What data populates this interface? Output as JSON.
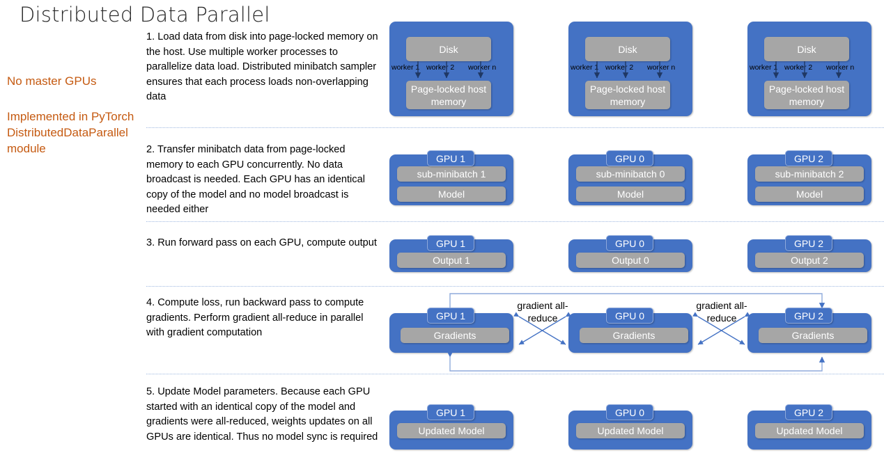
{
  "title": "Distributed Data Parallel",
  "colors": {
    "gpu_blue": "#4472C4",
    "inner_gray": "#A6A6A6",
    "note_orange": "#C55A11",
    "separator_blue": "#9DB7E0",
    "arrow_blue": "#4472C4",
    "arrow_dark": "#1F3864"
  },
  "notes": [
    {
      "id": "no-master",
      "text": "No master GPUs"
    },
    {
      "id": "implemented",
      "text": "Implemented in PyTorch DistributedDataParallel module"
    }
  ],
  "steps": [
    {
      "number": "1",
      "text": "1. Load data from disk into page-locked memory on the host. Use multiple worker processes to parallelize data load. Distributed minibatch sampler ensures that each process loads non-overlapping data"
    },
    {
      "number": "2",
      "text": "2. Transfer minibatch data from page-locked memory  to each GPU concurrently. No data broadcast is needed. Each GPU has an identical copy of the model and no model broadcast is needed either"
    },
    {
      "number": "3",
      "text": "3. Run forward pass on each GPU, compute output"
    },
    {
      "number": "4",
      "text": "4. Compute loss, run backward pass to compute gradients. Perform gradient all-reduce in parallel with gradient computation"
    },
    {
      "number": "5",
      "text": "5. Update Model parameters. Because each GPU started with an identical copy of the model and gradients were all-reduced, weights updates on all GPUs are identical. Thus no model sync is required"
    }
  ],
  "row1": {
    "columns": [
      {
        "disk": "Disk",
        "memory": "Page-locked host memory",
        "workers": [
          "worker 1",
          "worker 2",
          "worker n"
        ]
      },
      {
        "disk": "Disk",
        "memory": "Page-locked host memory",
        "workers": [
          "worker 1",
          "worker 2",
          "worker n"
        ]
      },
      {
        "disk": "Disk",
        "memory": "Page-locked host memory",
        "workers": [
          "worker 1",
          "worker 2",
          "worker n"
        ]
      }
    ]
  },
  "row2": {
    "columns": [
      {
        "gpu": "GPU 1",
        "batch": "sub-minibatch 1",
        "model": "Model"
      },
      {
        "gpu": "GPU 0",
        "batch": "sub-minibatch 0",
        "model": "Model"
      },
      {
        "gpu": "GPU 2",
        "batch": "sub-minibatch 2",
        "model": "Model"
      }
    ]
  },
  "row3": {
    "columns": [
      {
        "gpu": "GPU 1",
        "output": "Output 1"
      },
      {
        "gpu": "GPU 0",
        "output": "Output 0"
      },
      {
        "gpu": "GPU 2",
        "output": "Output 2"
      }
    ]
  },
  "row4": {
    "columns": [
      {
        "gpu": "GPU 1",
        "gradients": "Gradients"
      },
      {
        "gpu": "GPU 0",
        "gradients": "Gradients"
      },
      {
        "gpu": "GPU 2",
        "gradients": "Gradients"
      }
    ],
    "allreduce_labels": [
      "gradient all-reduce",
      "gradient all-reduce"
    ]
  },
  "row5": {
    "columns": [
      {
        "gpu": "GPU 1",
        "model": "Updated Model"
      },
      {
        "gpu": "GPU 0",
        "model": "Updated Model"
      },
      {
        "gpu": "GPU 2",
        "model": "Updated Model"
      }
    ]
  }
}
